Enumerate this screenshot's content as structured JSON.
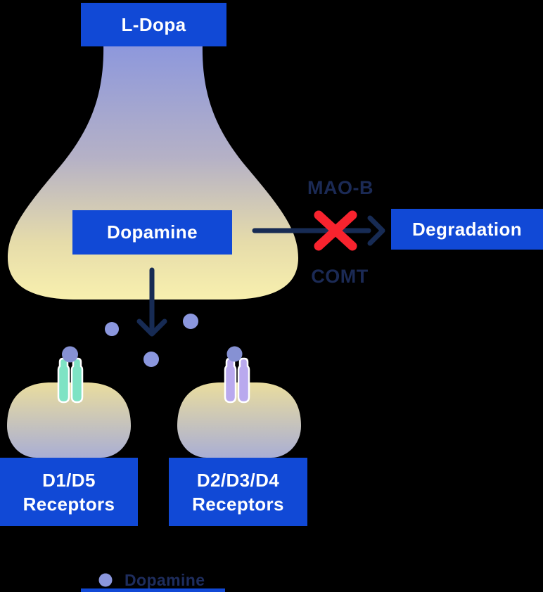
{
  "colors": {
    "background": "#000000",
    "label_blue": "#1149d6",
    "label_text": "#ffffff",
    "navy": "#172b54",
    "text_navy": "#1b2a55",
    "legend_text": "#1e2d5e",
    "red": "#f8232e",
    "dot": "#8b97de",
    "ball": "#8691d3",
    "teal_receptor": "#7ee3c4",
    "purple_receptor": "#b9a9ee",
    "receptor_outline": "#ffffff",
    "flask_top": "#8c97dd",
    "flask_mid": "#b5b1c6",
    "flask_low": "#e6dcaa",
    "flask_bottom": "#f8f0ae",
    "bowl_top": "#eadd9e",
    "bowl_bottom": "#a9aed4"
  },
  "nodes": {
    "ldopa": "L-Dopa",
    "dopamine": "Dopamine",
    "degradation": "Degradation",
    "receptor_left": {
      "line1": "D1/D5",
      "line2": "Receptors"
    },
    "receptor_right": {
      "line1": "D2/D3/D4",
      "line2": "Receptors"
    }
  },
  "enzymes": {
    "above_arrow": "MAO-B",
    "below_arrow": "COMT"
  },
  "legend": {
    "dopamine": "Dopamine"
  }
}
